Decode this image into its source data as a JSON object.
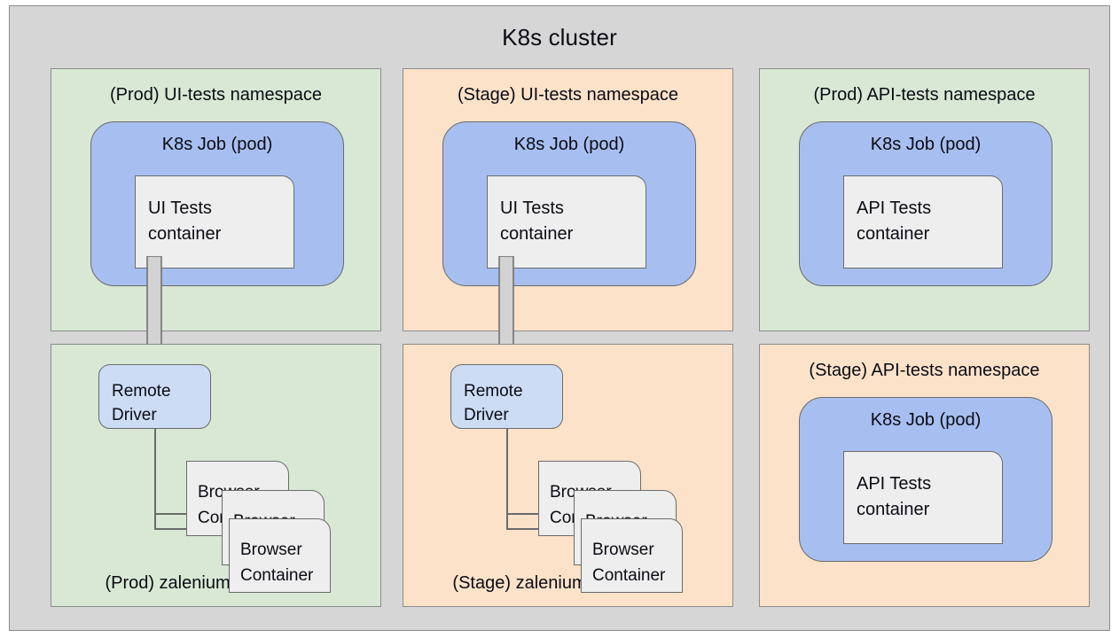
{
  "cluster": {
    "title": "K8s cluster",
    "bg_color": "#d6d6d6",
    "border_color": "#8c8c8c"
  },
  "palette": {
    "green_namespace": "#d8e8d4",
    "orange_namespace": "#fbe2c9",
    "pod_blue": "#a7bff0",
    "driver_blue": "#ccdcf5",
    "container_gray": "#eeeeee",
    "stroke": "#6b6b6b",
    "text": "#0b0b14"
  },
  "namespaces": {
    "prod_ui_tests": {
      "label": "(Prod) UI-tests namespace",
      "pod_title": "K8s Job (pod)",
      "container_line1": "UI Tests",
      "container_line2": "container"
    },
    "stage_ui_tests": {
      "label": "(Stage) UI-tests namespace",
      "pod_title": "K8s Job (pod)",
      "container_line1": "UI Tests",
      "container_line2": "container"
    },
    "prod_api_tests": {
      "label": "(Prod) API-tests namespace",
      "pod_title": "K8s Job (pod)",
      "container_line1": "API Tests",
      "container_line2": "container"
    },
    "stage_api_tests": {
      "label": "(Stage) API-tests namespace",
      "pod_title": "K8s Job (pod)",
      "container_line1": "API Tests",
      "container_line2": "container"
    },
    "prod_zalenium": {
      "label": "(Prod) zalenium namespace",
      "driver_line1": "Remote",
      "driver_line2": "Driver",
      "browsers": [
        {
          "line1": "Browser",
          "line2": "Container"
        },
        {
          "line1": "Browser",
          "line2": "Container"
        },
        {
          "line1": "Browser",
          "line2": "Container"
        }
      ]
    },
    "stage_zalenium": {
      "label": "(Stage) zalenium namespace",
      "driver_line1": "Remote",
      "driver_line2": "Driver",
      "browsers": [
        {
          "line1": "Browser",
          "line2": "Container"
        },
        {
          "line1": "Browser",
          "line2": "Container"
        },
        {
          "line1": "Browser",
          "line2": "Container"
        }
      ]
    }
  }
}
